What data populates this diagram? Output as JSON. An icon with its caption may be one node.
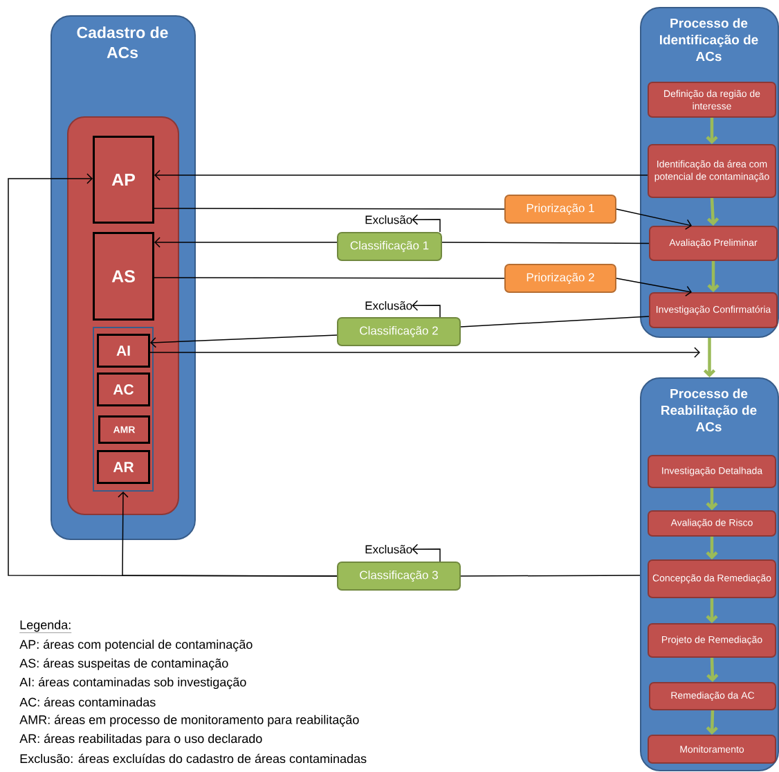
{
  "diagram": {
    "nodes": [
      {
        "text": [
          "Cadastro de ACs"
        ]
      },
      {
        "text": [],
        "shape": "box",
        "in": 0
      },
      {
        "text": [
          "AP"
        ],
        "in": 1
      },
      {
        "text": [
          "AS"
        ],
        "in": 1
      },
      {
        "text": [],
        "shape": "box",
        "in": 1
      },
      {
        "text": [
          "AI"
        ],
        "in": 4
      },
      {
        "text": [
          "AC"
        ],
        "in": 4
      },
      {
        "text": [
          "AMR"
        ],
        "in": 4
      },
      {
        "text": [
          "AR"
        ],
        "in": 4
      },
      {
        "text": [
          "Processo de Identificação de ACs"
        ]
      },
      {
        "text": [
          "Definição da região de interesse"
        ],
        "in": 9
      },
      {
        "text": [
          "Identificação da área com potencial de contaminação"
        ],
        "in": 9
      },
      {
        "text": [
          "Avaliação Preliminar"
        ],
        "in": 9
      },
      {
        "text": [
          "Investigação Confirmatória"
        ],
        "in": 9
      },
      {
        "text": [
          "Processo de Reabilitação de ACs"
        ]
      },
      {
        "text": [
          "Investigação Detalhada"
        ],
        "in": 14
      },
      {
        "text": [
          "Avaliação de Risco"
        ],
        "in": 14
      },
      {
        "text": [
          "Concepção da Remediação"
        ],
        "in": 14
      },
      {
        "text": [
          "Projeto de Remediação"
        ],
        "in": 14
      },
      {
        "text": [
          "Remediação da AC"
        ],
        "in": 14
      },
      {
        "text": [
          "Monitoramento"
        ],
        "in": 14
      },
      {
        "text": [
          "Priorização 1"
        ]
      },
      {
        "text": [
          "Classificação 1"
        ]
      },
      {
        "text": [
          "Priorização 2"
        ]
      },
      {
        "text": [
          "Classificação 2"
        ]
      },
      {
        "text": [
          "Classificação 3"
        ]
      },
      {
        "text": [
          "Exclusão"
        ]
      },
      {
        "text": [
          "Exclusão"
        ]
      },
      {
        "text": [
          "Exclusão"
        ]
      }
    ],
    "edges": [
      {
        "from": 10,
        "to": 11,
        "arrow": "to",
        "style": "thick",
        "color": "#9bbb59"
      },
      {
        "from": 11,
        "to": 12,
        "arrow": "to",
        "style": "thick",
        "color": "#9bbb59"
      },
      {
        "from": 12,
        "to": 13,
        "arrow": "to",
        "style": "thick",
        "color": "#9bbb59"
      },
      {
        "from": 9,
        "to": 14,
        "arrow": "to",
        "style": "thick",
        "color": "#9bbb59"
      },
      {
        "from": 15,
        "to": 16,
        "arrow": "to",
        "style": "thick",
        "color": "#9bbb59"
      },
      {
        "from": 16,
        "to": 17,
        "arrow": "to",
        "style": "thick",
        "color": "#9bbb59"
      },
      {
        "from": 17,
        "to": 18,
        "arrow": "to",
        "style": "thick",
        "color": "#9bbb59"
      },
      {
        "from": 18,
        "to": 19,
        "arrow": "to",
        "style": "thick",
        "color": "#9bbb59"
      },
      {
        "from": 19,
        "to": 20,
        "arrow": "to",
        "style": "thick",
        "color": "#9bbb59"
      },
      {
        "from": 11,
        "to": 2,
        "arrow": "to"
      },
      {
        "from": 2,
        "to": 21,
        "arrow": "none"
      },
      {
        "from": 21,
        "to": 12,
        "arrow": "to"
      },
      {
        "from": 12,
        "to": 22,
        "arrow": "none"
      },
      {
        "from": 22,
        "to": 3,
        "arrow": "to"
      },
      {
        "from": 22,
        "to": 26,
        "arrow": "to"
      },
      {
        "from": 3,
        "to": 23,
        "arrow": "none"
      },
      {
        "from": 23,
        "to": 13,
        "arrow": "to"
      },
      {
        "from": 13,
        "to": 24,
        "arrow": "none"
      },
      {
        "from": 24,
        "to": 5,
        "arrow": "to"
      },
      {
        "from": 24,
        "to": 27,
        "arrow": "to"
      },
      {
        "from": 5,
        "to": null,
        "arrow": "to"
      },
      {
        "from": 14,
        "to": 25,
        "arrow": "none"
      },
      {
        "from": 25,
        "to": 2,
        "arrow": "to"
      },
      {
        "from": 25,
        "to": 4,
        "arrow": "to"
      },
      {
        "from": 25,
        "to": 28,
        "arrow": "to"
      }
    ],
    "labels": [
      "Legenda:",
      "AP: áreas com potencial de contaminação",
      "AS: áreas suspeitas de contaminação",
      "AI: áreas contaminadas sob investigação",
      "AC: áreas contaminadas",
      "AMR: áreas em processo de monitoramento para reabilitação",
      "AR: áreas reabilitadas para o uso declarado",
      "Exclusão: áreas excluídas do cadastro de áreas contaminadas"
    ]
  }
}
